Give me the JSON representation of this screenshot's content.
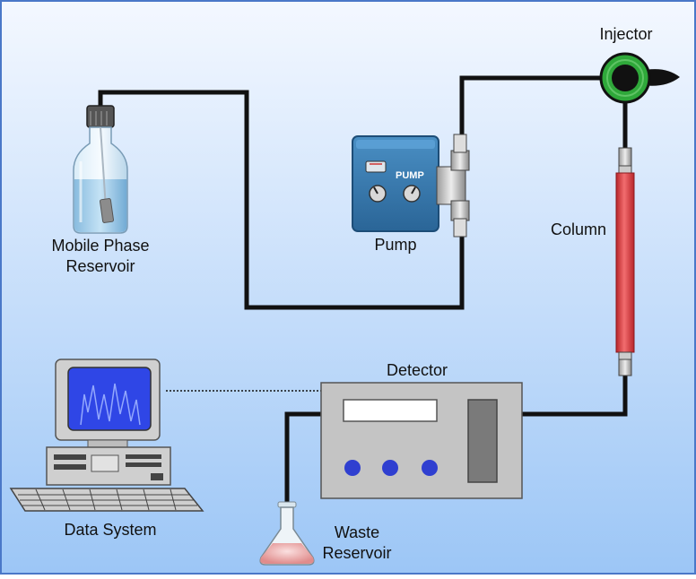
{
  "labels": {
    "reservoir_line1": "Mobile Phase",
    "reservoir_line2": "Reservoir",
    "pump": "Pump",
    "pump_panel": "PUMP",
    "injector": "Injector",
    "column": "Column",
    "detector": "Detector",
    "data_system": "Data System",
    "waste_line1": "Waste",
    "waste_line2": "Reservoir"
  },
  "colors": {
    "background_top": "#f4f8ff",
    "background_bottom": "#9cc6f6",
    "border": "#4a78c8",
    "tubing": "#111111",
    "column": "#e8474a",
    "injector_ring": "#2fa83a",
    "pump_body": "#3a7fb4",
    "detector_body": "#c4c4c4",
    "detector_knobs": "#2f3fd0",
    "monitor_screen": "#2f46e6",
    "waste_liquid": "#e9a4a4"
  },
  "icons": {
    "reservoir": "bottle-icon",
    "pump": "pump-icon",
    "injector": "injector-valve-icon",
    "column": "column-icon",
    "detector": "detector-icon",
    "data_system": "computer-icon",
    "waste": "flask-icon"
  }
}
